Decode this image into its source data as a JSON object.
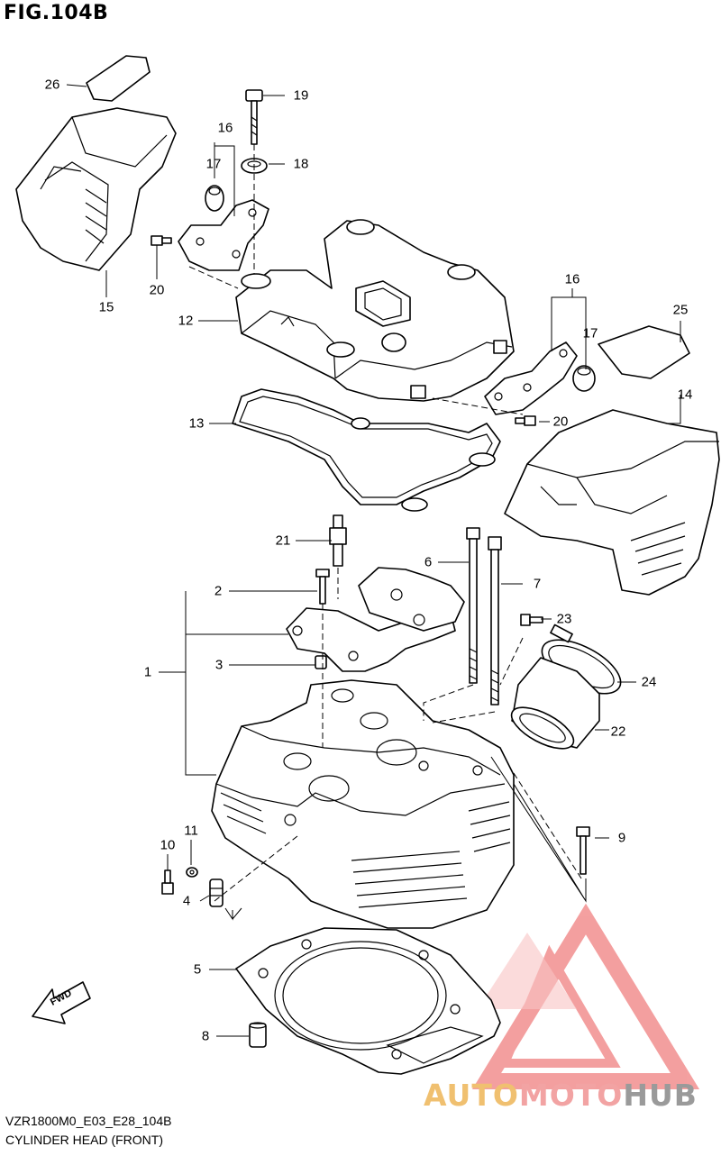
{
  "figure": {
    "title": "FIG.104B",
    "code": "VZR1800M0_E03_E28_104B",
    "name": "CYLINDER HEAD (FRONT)"
  },
  "callouts": [
    {
      "id": "c26",
      "label": "26"
    },
    {
      "id": "c19",
      "label": "19"
    },
    {
      "id": "c16a",
      "label": "16"
    },
    {
      "id": "c17a",
      "label": "17"
    },
    {
      "id": "c18",
      "label": "18"
    },
    {
      "id": "c15",
      "label": "15"
    },
    {
      "id": "c20a",
      "label": "20"
    },
    {
      "id": "c12",
      "label": "12"
    },
    {
      "id": "c16b",
      "label": "16"
    },
    {
      "id": "c25",
      "label": "25"
    },
    {
      "id": "c17b",
      "label": "17"
    },
    {
      "id": "c14",
      "label": "14"
    },
    {
      "id": "c13",
      "label": "13"
    },
    {
      "id": "c20b",
      "label": "20"
    },
    {
      "id": "c21",
      "label": "21"
    },
    {
      "id": "c6",
      "label": "6"
    },
    {
      "id": "c7",
      "label": "7"
    },
    {
      "id": "c2",
      "label": "2"
    },
    {
      "id": "c23",
      "label": "23"
    },
    {
      "id": "c1",
      "label": "1"
    },
    {
      "id": "c3",
      "label": "3"
    },
    {
      "id": "c24",
      "label": "24"
    },
    {
      "id": "c22",
      "label": "22"
    },
    {
      "id": "c11",
      "label": "11"
    },
    {
      "id": "c10",
      "label": "10"
    },
    {
      "id": "c9",
      "label": "9"
    },
    {
      "id": "c4",
      "label": "4"
    },
    {
      "id": "c5",
      "label": "5"
    },
    {
      "id": "c8",
      "label": "8"
    }
  ],
  "fwd_label": "FWD",
  "watermark": {
    "auto": "AUTO",
    "moto": "MOTO",
    "hub": "HUB",
    "colors": {
      "auto": "#f0c070",
      "moto": "#f2a3a3",
      "hub": "#9a9a9a",
      "triangle": "#f08080"
    }
  }
}
